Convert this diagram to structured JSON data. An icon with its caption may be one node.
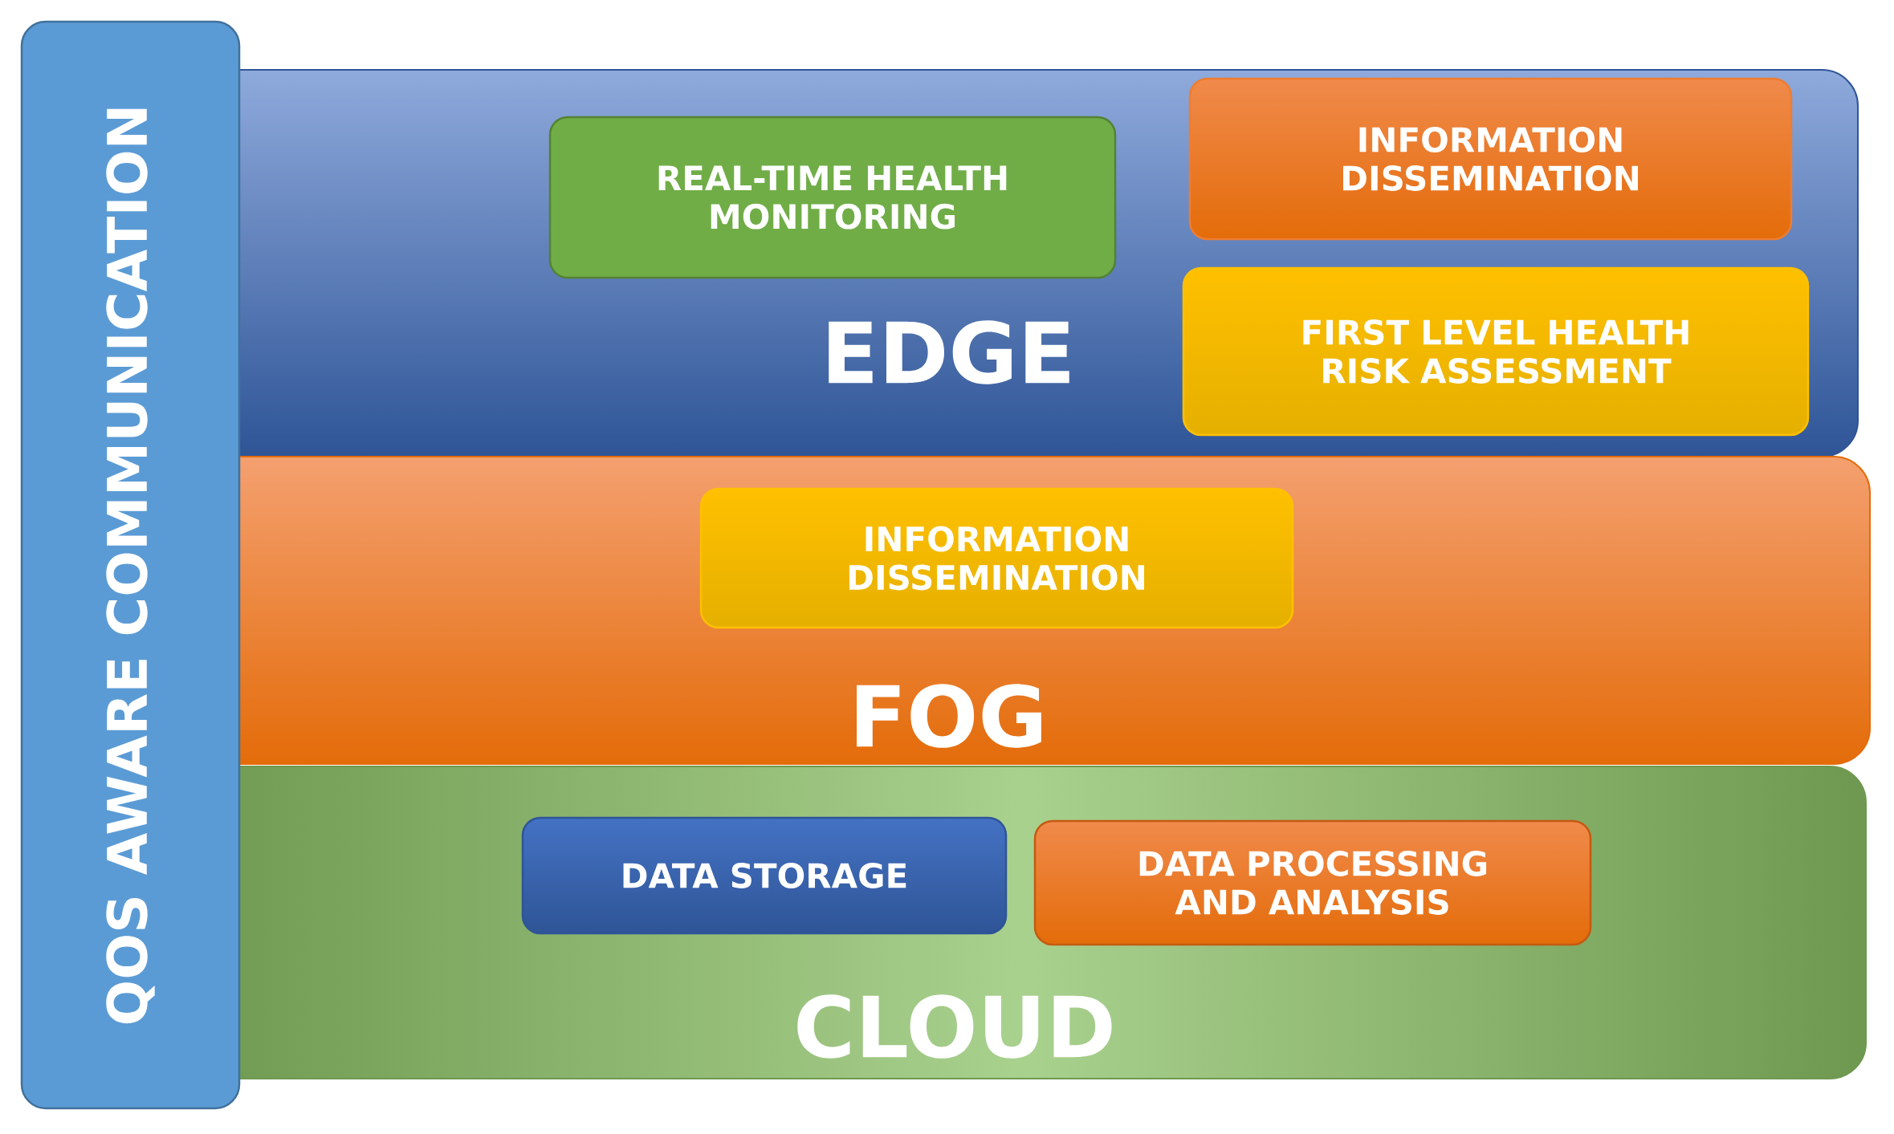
{
  "diagram": {
    "nodes": [
      {
        "text": [
          "QOS AWARE COMMUNICATION"
        ]
      },
      {
        "text": [
          "EDGE"
        ]
      },
      {
        "text": [
          "REAL-TIME HEALTH MONITORING"
        ],
        "in": 1
      },
      {
        "text": [
          "INFORMATION DISSEMINATION"
        ],
        "in": 1
      },
      {
        "text": [
          "FIRST LEVEL HEALTH RISK ASSESSMENT"
        ],
        "in": 1
      },
      {
        "text": [
          "FOG"
        ]
      },
      {
        "text": [
          "INFORMATION DISSEMINATION"
        ],
        "in": 5
      },
      {
        "text": [
          "CLOUD"
        ]
      },
      {
        "text": [
          "DATA STORAGE"
        ],
        "in": 7
      },
      {
        "text": [
          "DATA PROCESSING AND ANALYSIS"
        ],
        "in": 7
      }
    ],
    "edges": []
  }
}
